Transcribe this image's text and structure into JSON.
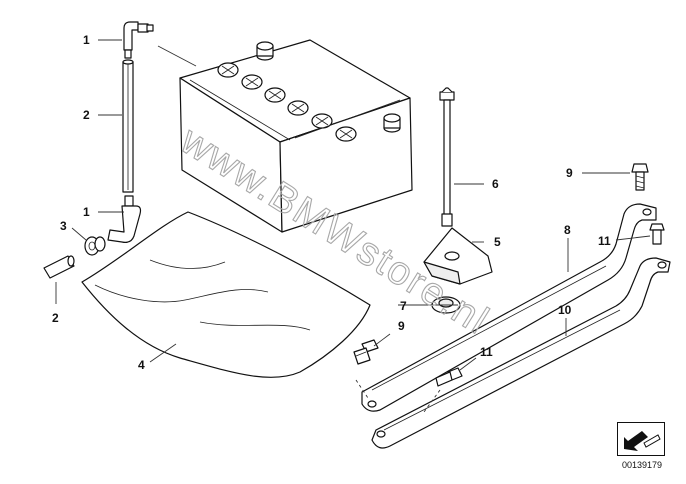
{
  "callouts": {
    "c1_top": "1",
    "c2_left": "2",
    "c1_mid": "1",
    "c3": "3",
    "c2_bottom": "2",
    "c4": "4",
    "c5": "5",
    "c6": "6",
    "c7": "7",
    "c8": "8",
    "c9_right": "9",
    "c11_right": "11",
    "c9_mid": "9",
    "c10": "10",
    "c11_mid": "11"
  },
  "watermark": "www.BMWstore.nl",
  "reference_number": "00139179",
  "colors": {
    "line": "#111111",
    "watermark": "#a8a8a8",
    "background": "#ffffff"
  }
}
